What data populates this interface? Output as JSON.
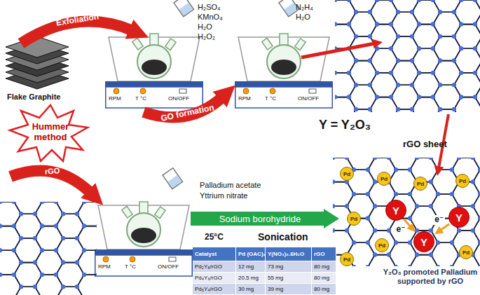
{
  "diagram": {
    "nodes": [
      {
        "text": [
          "Sodium borohydride"
        ]
      },
      {
        "text": [
          "Pd"
        ]
      },
      {
        "text": [
          "Pd"
        ]
      },
      {
        "text": [
          "Pd"
        ]
      },
      {
        "text": [
          "Pd"
        ]
      },
      {
        "text": [
          "Pd"
        ]
      },
      {
        "text": [
          "Pd"
        ]
      },
      {
        "text": [
          "Pd"
        ]
      },
      {
        "text": [
          "Pd"
        ]
      },
      {
        "text": [
          "Y"
        ]
      },
      {
        "text": [
          "Y"
        ]
      },
      {
        "text": [
          "Y"
        ]
      }
    ],
    "edges": [
      {
        "from": 9,
        "to": 10,
        "arrow": "to",
        "label": "e⁻"
      },
      {
        "from": 11,
        "to": 10,
        "arrow": "to",
        "label": "e⁻"
      }
    ],
    "labels": [
      "Exfoliation",
      "H₂SO₄",
      "KMnO₄",
      "H₂O",
      "H₂O₂",
      "N₂H₄",
      "H₂O",
      "Flake Graphite",
      "RPM",
      "T °C",
      "ON/OFF",
      "RPM",
      "T °C",
      "ON/OFF",
      "Hummer method",
      "GO formation",
      "Y = Y₂O₃",
      "rGO sheet",
      "rGO",
      "Palladium acetate",
      "Yttrium nitrate",
      "RPM",
      "T °C",
      "ON/OFF",
      "25°C",
      "Sonication",
      "Catalyst",
      "Pd (OAC)₂",
      "Y(NO₃)₂.6H₂O",
      "rGO",
      "Pd₂Y₈/rGO",
      "12 mg",
      "73 mg",
      "80 mg",
      "Pd₄Y₆/rGO",
      "20.5 mg",
      "55 mg",
      "80 mg",
      "Pd₆Y₄/rGO",
      "30 mg",
      "39 mg",
      "80 mg",
      "Y₂O₃ promoted Palladium supported by rGO"
    ]
  }
}
